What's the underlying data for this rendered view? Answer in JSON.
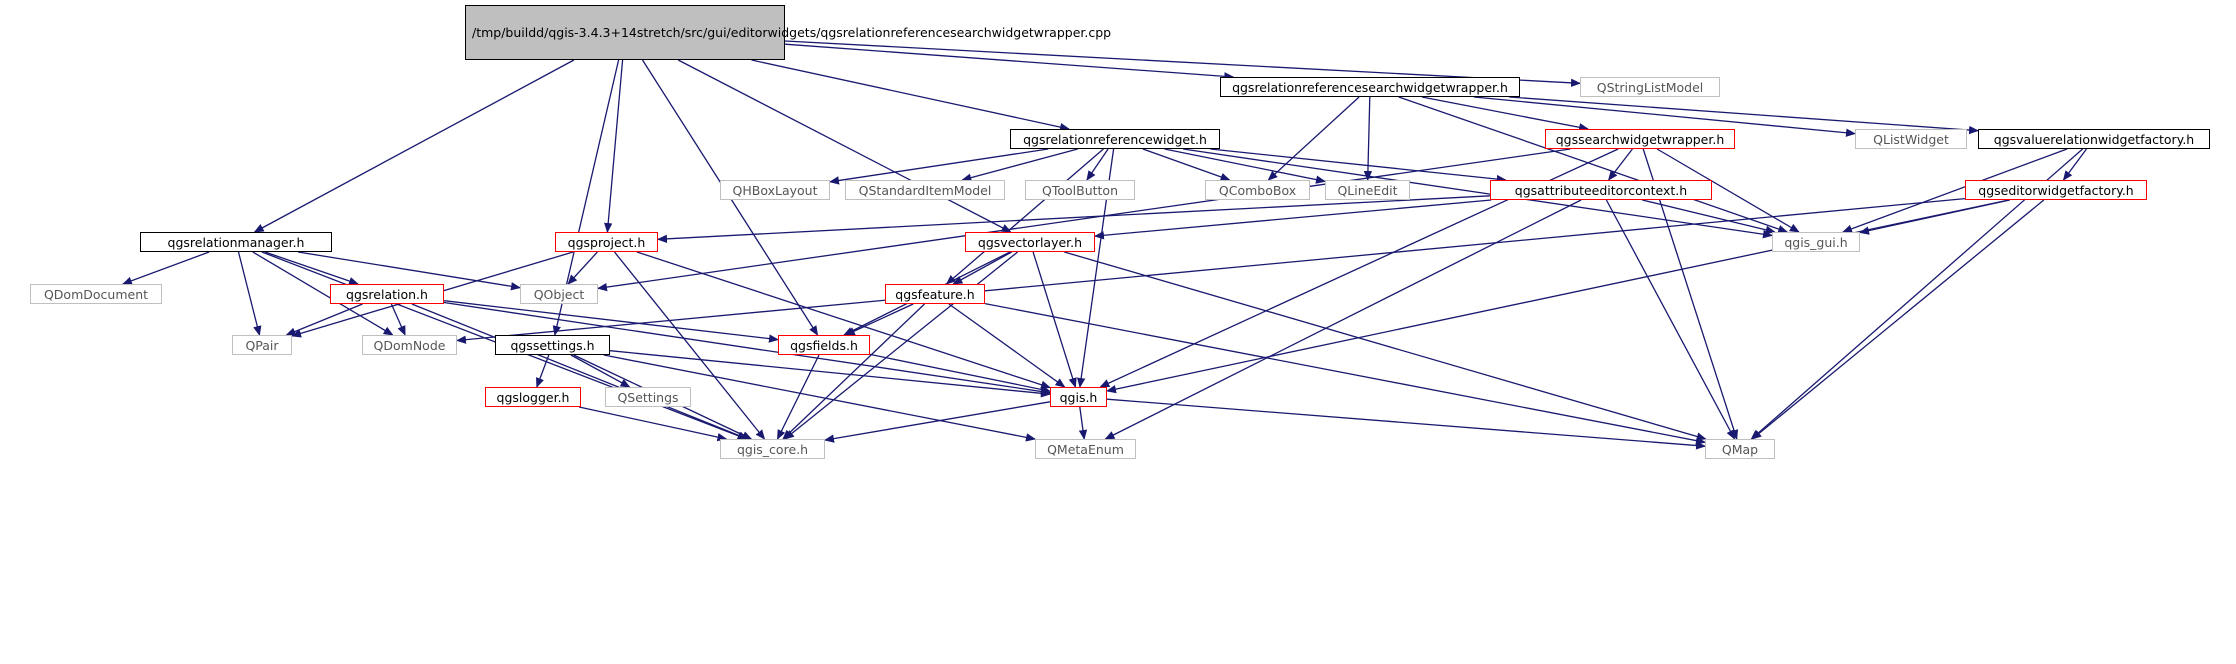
{
  "graph": {
    "edge_color": "#191970",
    "root": {
      "lines": [
        "/tmp/buildd/qgis-3.4.3",
        "+14stretch/src/gui/editorwidgets",
        "/qgsrelationreferencesearchwidgetwrapper.cpp"
      ]
    },
    "nodes": {
      "n_rrsww": {
        "label": "qgsrelationreferencesearchwidgetwrapper.h",
        "style": "normal"
      },
      "n_qslm": {
        "label": "QStringListModel",
        "style": "external"
      },
      "n_rrw": {
        "label": "qgsrelationreferencewidget.h",
        "style": "normal"
      },
      "n_ssww": {
        "label": "qgssearchwidgetwrapper.h",
        "style": "partial"
      },
      "n_qlw": {
        "label": "QListWidget",
        "style": "external"
      },
      "n_vrwf": {
        "label": "qgsvaluerelationwidgetfactory.h",
        "style": "normal"
      },
      "n_qhbl": {
        "label": "QHBoxLayout",
        "style": "external"
      },
      "n_qsim": {
        "label": "QStandardItemModel",
        "style": "external"
      },
      "n_qtb": {
        "label": "QToolButton",
        "style": "external"
      },
      "n_qcb": {
        "label": "QComboBox",
        "style": "external"
      },
      "n_qle": {
        "label": "QLineEdit",
        "style": "external"
      },
      "n_aec": {
        "label": "qgsattributeeditorcontext.h",
        "style": "partial"
      },
      "n_ewf": {
        "label": "qgseditorwidgetfactory.h",
        "style": "partial"
      },
      "n_rm": {
        "label": "qgsrelationmanager.h",
        "style": "normal"
      },
      "n_proj": {
        "label": "qgsproject.h",
        "style": "partial"
      },
      "n_vl": {
        "label": "qgsvectorlayer.h",
        "style": "partial"
      },
      "n_gui": {
        "label": "qgis_gui.h",
        "style": "external"
      },
      "n_qdd": {
        "label": "QDomDocument",
        "style": "external"
      },
      "n_rel": {
        "label": "qgsrelation.h",
        "style": "partial"
      },
      "n_qobj": {
        "label": "QObject",
        "style": "external"
      },
      "n_feat": {
        "label": "qgsfeature.h",
        "style": "partial"
      },
      "n_qpair": {
        "label": "QPair",
        "style": "external"
      },
      "n_qdn": {
        "label": "QDomNode",
        "style": "external"
      },
      "n_set": {
        "label": "qgssettings.h",
        "style": "normal"
      },
      "n_fields": {
        "label": "qgsfields.h",
        "style": "partial"
      },
      "n_log": {
        "label": "qgslogger.h",
        "style": "partial"
      },
      "n_qset": {
        "label": "QSettings",
        "style": "external"
      },
      "n_qgis": {
        "label": "qgis.h",
        "style": "partial"
      },
      "n_core": {
        "label": "qgis_core.h",
        "style": "external"
      },
      "n_qme": {
        "label": "QMetaEnum",
        "style": "external"
      },
      "n_qmap": {
        "label": "QMap",
        "style": "external"
      }
    }
  }
}
